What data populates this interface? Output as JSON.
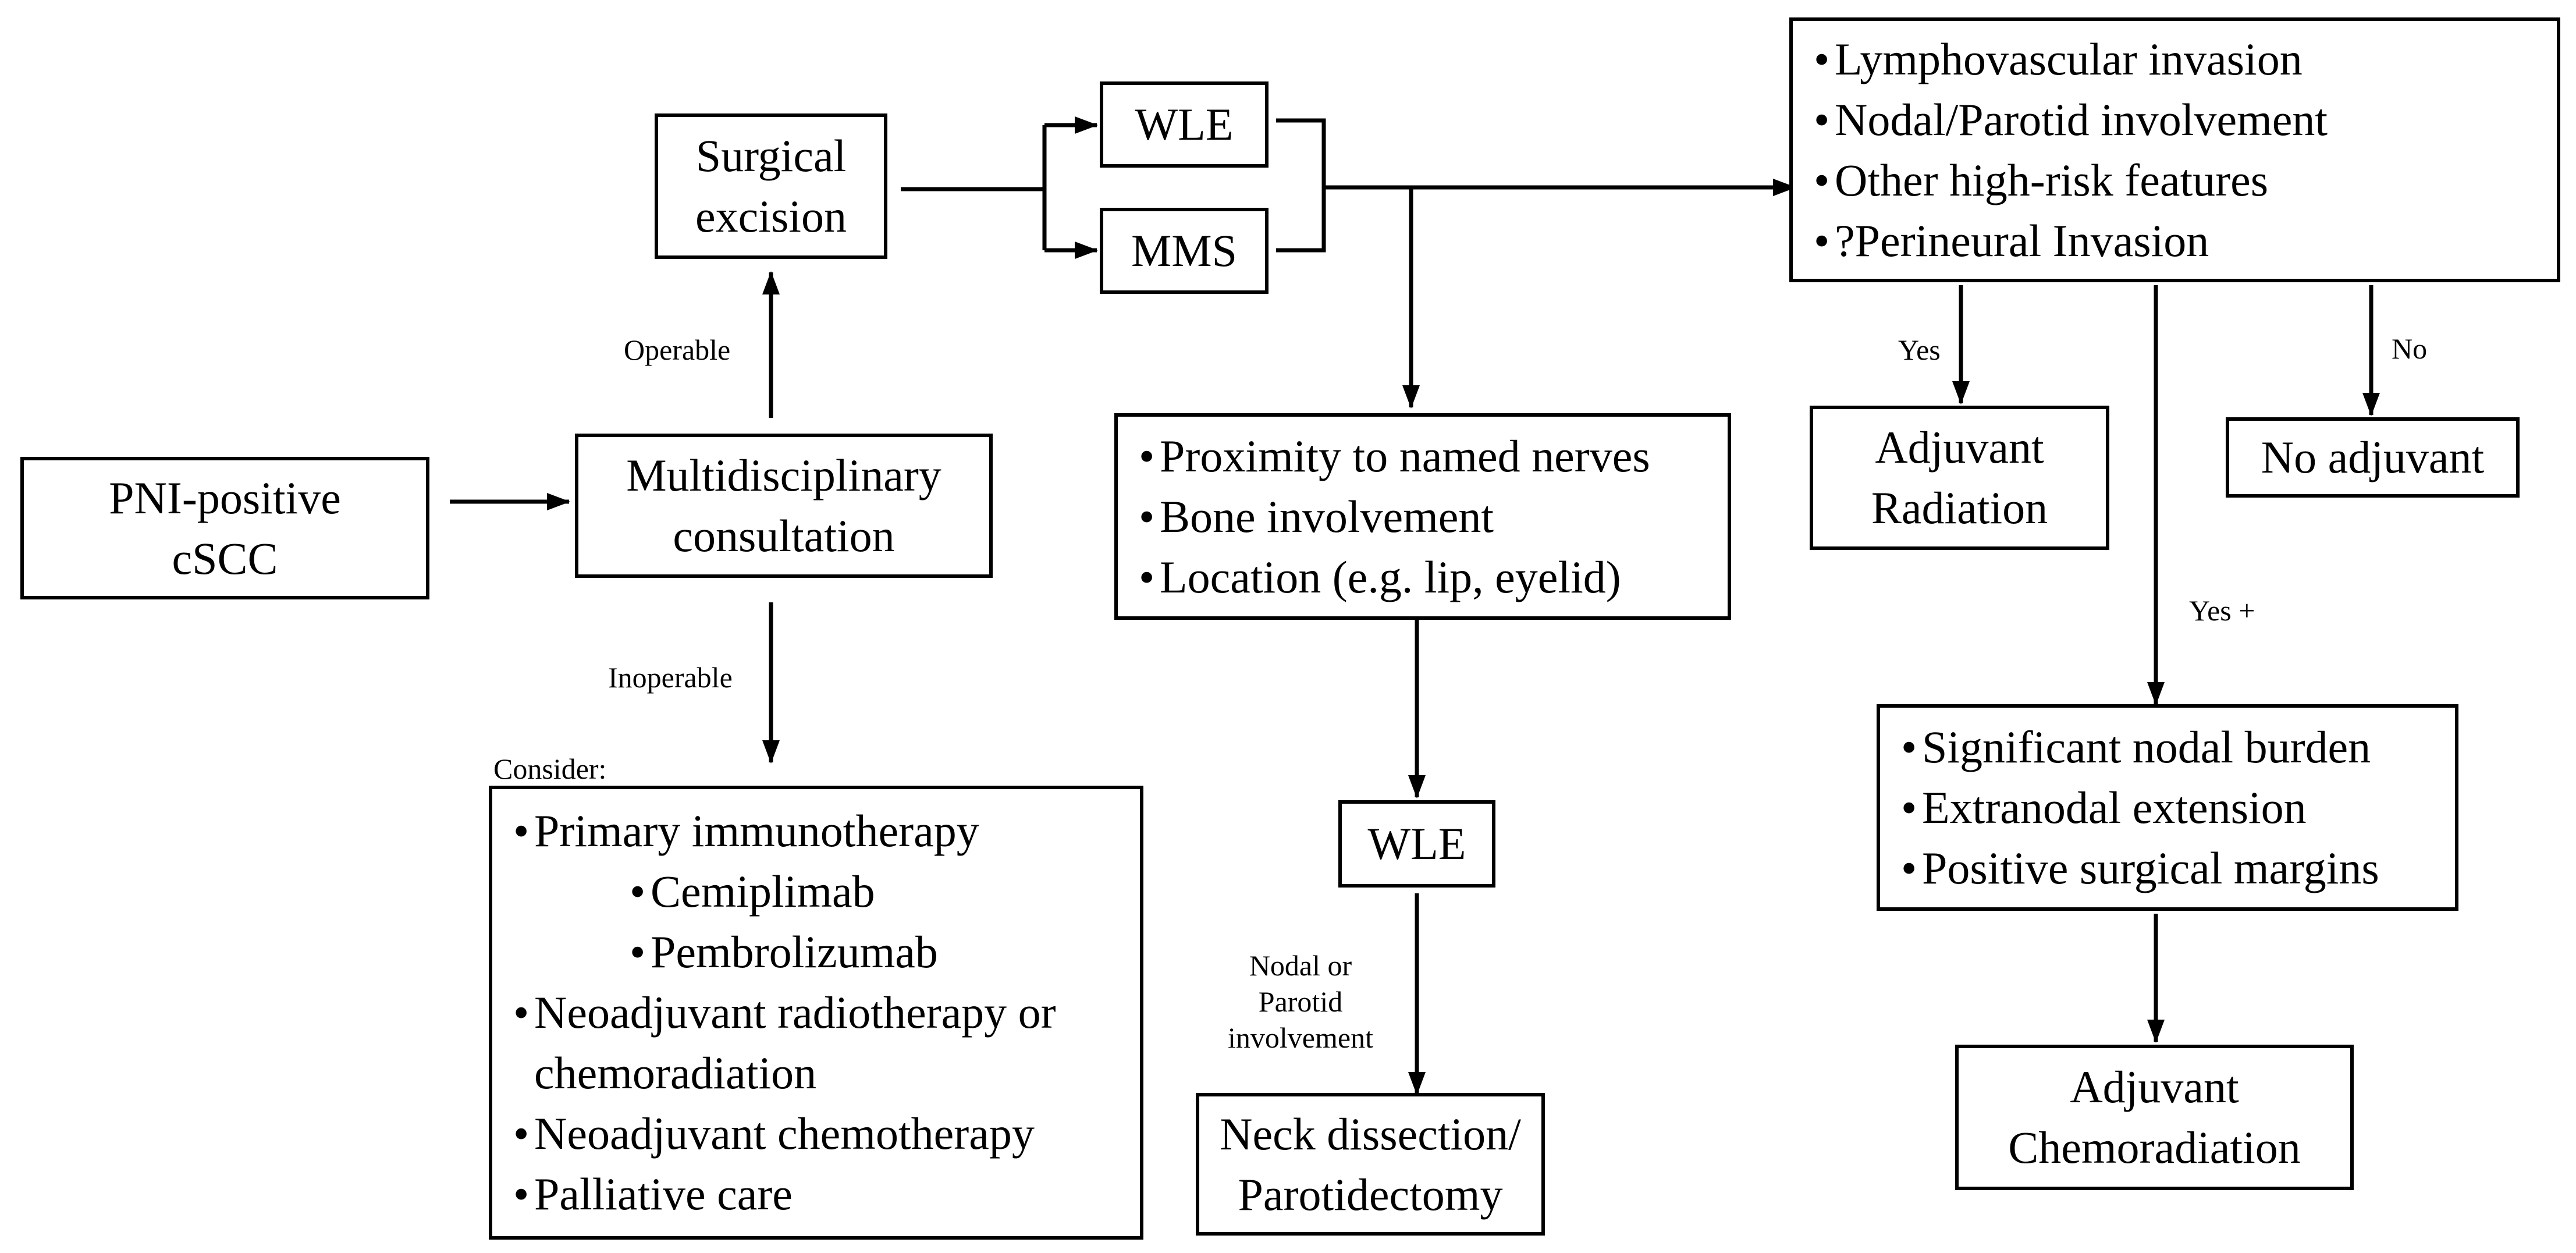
{
  "nodes": {
    "pni": [
      "PNI-positive",
      "cSCC"
    ],
    "multi": [
      "Multidisciplinary",
      "consultation"
    ],
    "surgical": [
      "Surgical",
      "excision"
    ],
    "wle_top": "WLE",
    "mms": "MMS",
    "risk_features": [
      "Lymphovascular invasion",
      "Nodal/Parotid involvement",
      "Other high-risk features",
      "?Perineural Invasion"
    ],
    "nerve_features": [
      "Proximity to named nerves",
      "Bone involvement",
      "Location (e.g. lip, eyelid)"
    ],
    "wle_mid": "WLE",
    "neck": [
      "Neck dissection/",
      "Parotidectomy"
    ],
    "adj_rad": [
      "Adjuvant",
      "Radiation"
    ],
    "no_adj": "No adjuvant",
    "burden": [
      "Significant nodal burden",
      "Extranodal extension",
      "Positive surgical margins"
    ],
    "adj_chemo": [
      "Adjuvant",
      "Chemoradiation"
    ],
    "consider_items": {
      "primary": "Primary immunotherapy",
      "cemiplimab": "Cemiplimab",
      "pembrolizumab": "Pembrolizumab",
      "neo_rt_1": "Neoadjuvant radiotherapy or",
      "neo_rt_2": "chemoradiation",
      "neo_chemo": "Neoadjuvant chemotherapy",
      "palliative": "Palliative care"
    }
  },
  "labels": {
    "operable": "Operable",
    "inoperable": "Inoperable",
    "consider": "Consider:",
    "yes": "Yes",
    "no": "No",
    "yes_plus": "Yes +",
    "nodal": [
      "Nodal or",
      "Parotid",
      "involvement"
    ]
  }
}
